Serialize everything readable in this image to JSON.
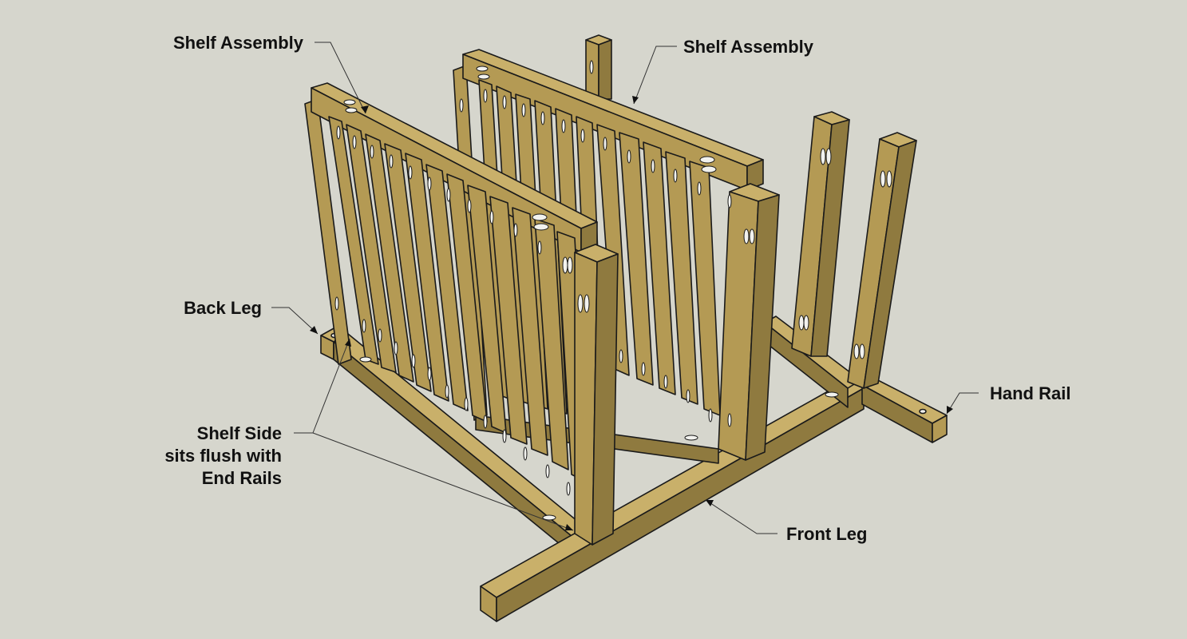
{
  "colors": {
    "background": "#d6d6cd",
    "wood_front": "#b49a54",
    "wood_side": "#8f7a3f",
    "wood_top": "#c9b06a",
    "outline": "#1a1a1a",
    "leader_line": "#333333",
    "pocket_hole": "#f2f2ee"
  },
  "labels": {
    "shelf_assembly_left": "Shelf Assembly",
    "shelf_assembly_right": "Shelf Assembly",
    "back_leg": "Back Leg",
    "shelf_side_line1": "Shelf Side",
    "shelf_side_line2": "sits flush with",
    "shelf_side_line3": "End Rails",
    "hand_rail": "Hand Rail",
    "front_leg": "Front Leg"
  }
}
